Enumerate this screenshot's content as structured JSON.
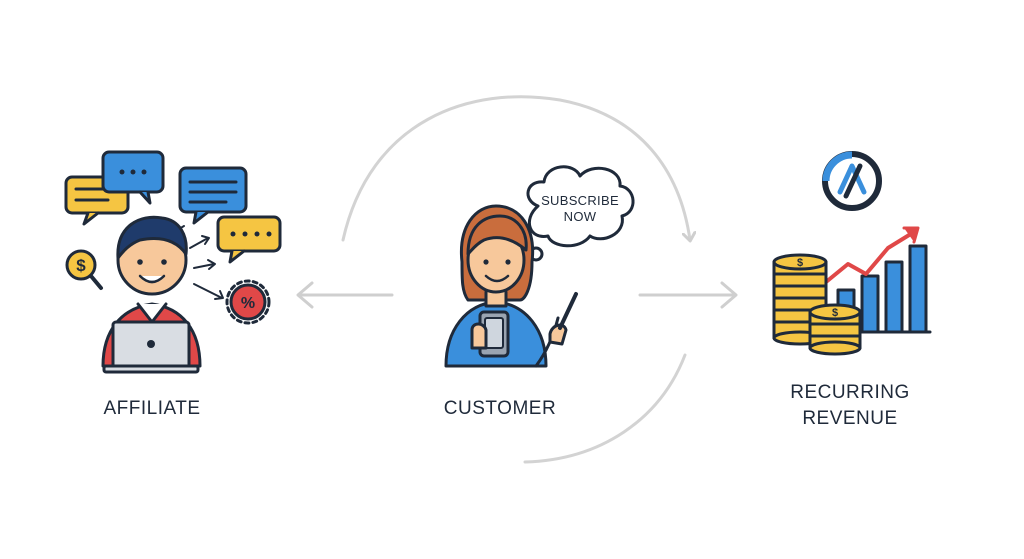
{
  "nodes": {
    "affiliate": {
      "label": "AFFILIATE"
    },
    "customer": {
      "label": "CUSTOMER",
      "speech_line1": "SUBSCRIBE",
      "speech_line2": "NOW"
    },
    "revenue": {
      "label_line1": "RECURRING",
      "label_line2": "REVENUE"
    }
  },
  "icons": {
    "affiliate": "person-with-laptop-and-chat-bubbles",
    "customer": "woman-with-phone-and-pen",
    "revenue": "coin-stacks-with-rising-bar-chart",
    "logo": "circular-brand-logo",
    "dollar_magnifier": "dollar-magnifier-icon",
    "discount": "percent-badge-icon"
  },
  "colors": {
    "text": "#1f2a3a",
    "outline": "#1f2a3a",
    "blue": "#3a8fdc",
    "yellow": "#f5c542",
    "red": "#e04848",
    "arrow_gray": "#cfcfcf",
    "shirt_red": "#e04848",
    "skin": "#f7c89b"
  }
}
